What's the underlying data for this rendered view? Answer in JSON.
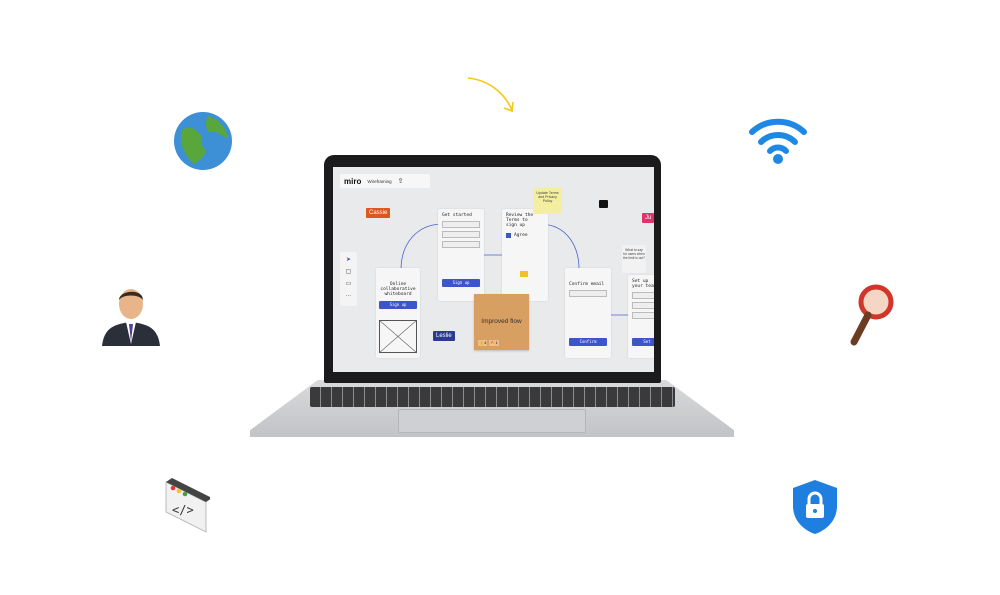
{
  "app": {
    "logo": "miro",
    "board_name": "Wireframing"
  },
  "cursors": [
    {
      "name": "Cassie",
      "color": "#e0561e"
    },
    {
      "name": "Leslie",
      "color": "#2b3b8f"
    },
    {
      "name": "Ju",
      "color": "#e0336b"
    }
  ],
  "cards": {
    "online": {
      "title": "Online collaborative whiteboard",
      "button": "Sign up"
    },
    "get_started": {
      "title": "Get started",
      "button": "Sign up"
    },
    "review": {
      "title": "Review the Terms to sign up",
      "checkbox": "Agree"
    },
    "confirm": {
      "title": "Confirm email",
      "button": "Confirm"
    },
    "setup": {
      "title": "Set up your team",
      "button": "Set"
    }
  },
  "stickies": {
    "update": "Update Terms and Privacy Policy",
    "improved": "Improved flow",
    "what_to_say": "What to say for users when the limit is out?",
    "reactions": [
      "👍 4",
      "🔥 1"
    ]
  }
}
